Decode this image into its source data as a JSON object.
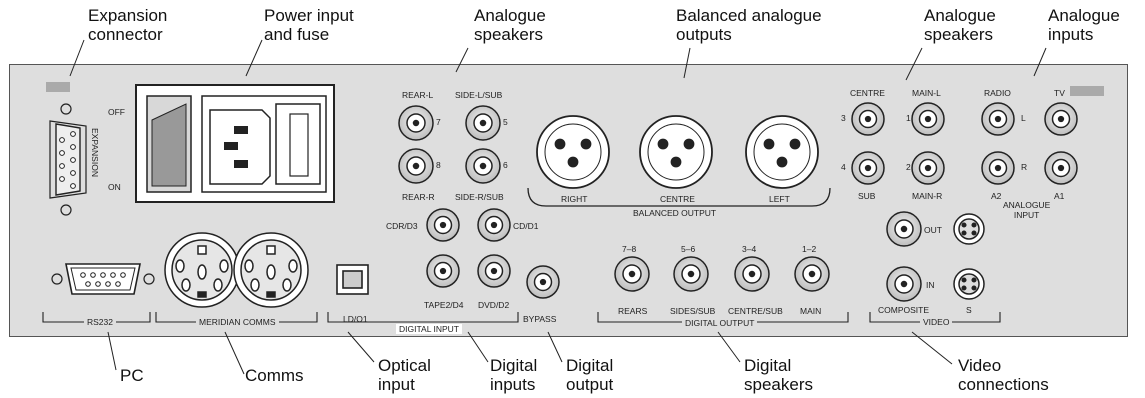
{
  "callouts": {
    "expansion_connector": "Expansion\nconnector",
    "power_input": "Power input\nand fuse",
    "analogue_speakers_1": "Analogue\nspeakers",
    "balanced_outputs": "Balanced analogue\noutputs",
    "analogue_speakers_2": "Analogue\nspeakers",
    "analogue_inputs": "Analogue\ninputs",
    "pc": "PC",
    "comms": "Comms",
    "optical_input": "Optical\ninput",
    "digital_inputs": "Digital\ninputs",
    "digital_output": "Digital\noutput",
    "digital_speakers": "Digital\nspeakers",
    "video_connections": "Video\nconnections"
  },
  "panel_labels": {
    "off": "OFF",
    "on": "ON",
    "expansion": "EXPANSION",
    "rear_l": "REAR-L",
    "side_l_sub": "SIDE-L/SUB",
    "n7": "7",
    "n5": "5",
    "n8": "8",
    "n6": "6",
    "rear_r": "REAR-R",
    "side_r_sub": "SIDE-R/SUB",
    "right": "RIGHT",
    "centre_xlr": "CENTRE",
    "left": "LEFT",
    "balanced_output": "BALANCED OUTPUT",
    "centre": "CENTRE",
    "main_l": "MAIN-L",
    "radio": "RADIO",
    "tv": "TV",
    "n3": "3",
    "n1": "1",
    "L": "L",
    "n4": "4",
    "n2": "2",
    "R": "R",
    "sub": "SUB",
    "main_r": "MAIN-R",
    "a2": "A2",
    "a1": "A1",
    "analogue_input": "ANALOGUE\nINPUT",
    "cdr_d3": "CDR/D3",
    "cd_d1": "CD/D1",
    "tape2_d4": "TAPE2/D4",
    "dvd_d2": "DVD/D2",
    "bypass": "BYPASS",
    "ld_o1": "LD/O1",
    "digital_input": "DIGITAL INPUT",
    "d78": "7–8",
    "d56": "5–6",
    "d34": "3–4",
    "d12": "1–2",
    "rears": "REARS",
    "sides_sub": "SIDES/SUB",
    "centre_sub": "CENTRE/SUB",
    "main": "MAIN",
    "digital_output": "DIGITAL OUTPUT",
    "out": "OUT",
    "in": "IN",
    "composite": "COMPOSITE",
    "s": "S",
    "video": "VIDEO",
    "rs232": "RS232",
    "meridian_comms": "MERIDIAN COMMS"
  }
}
